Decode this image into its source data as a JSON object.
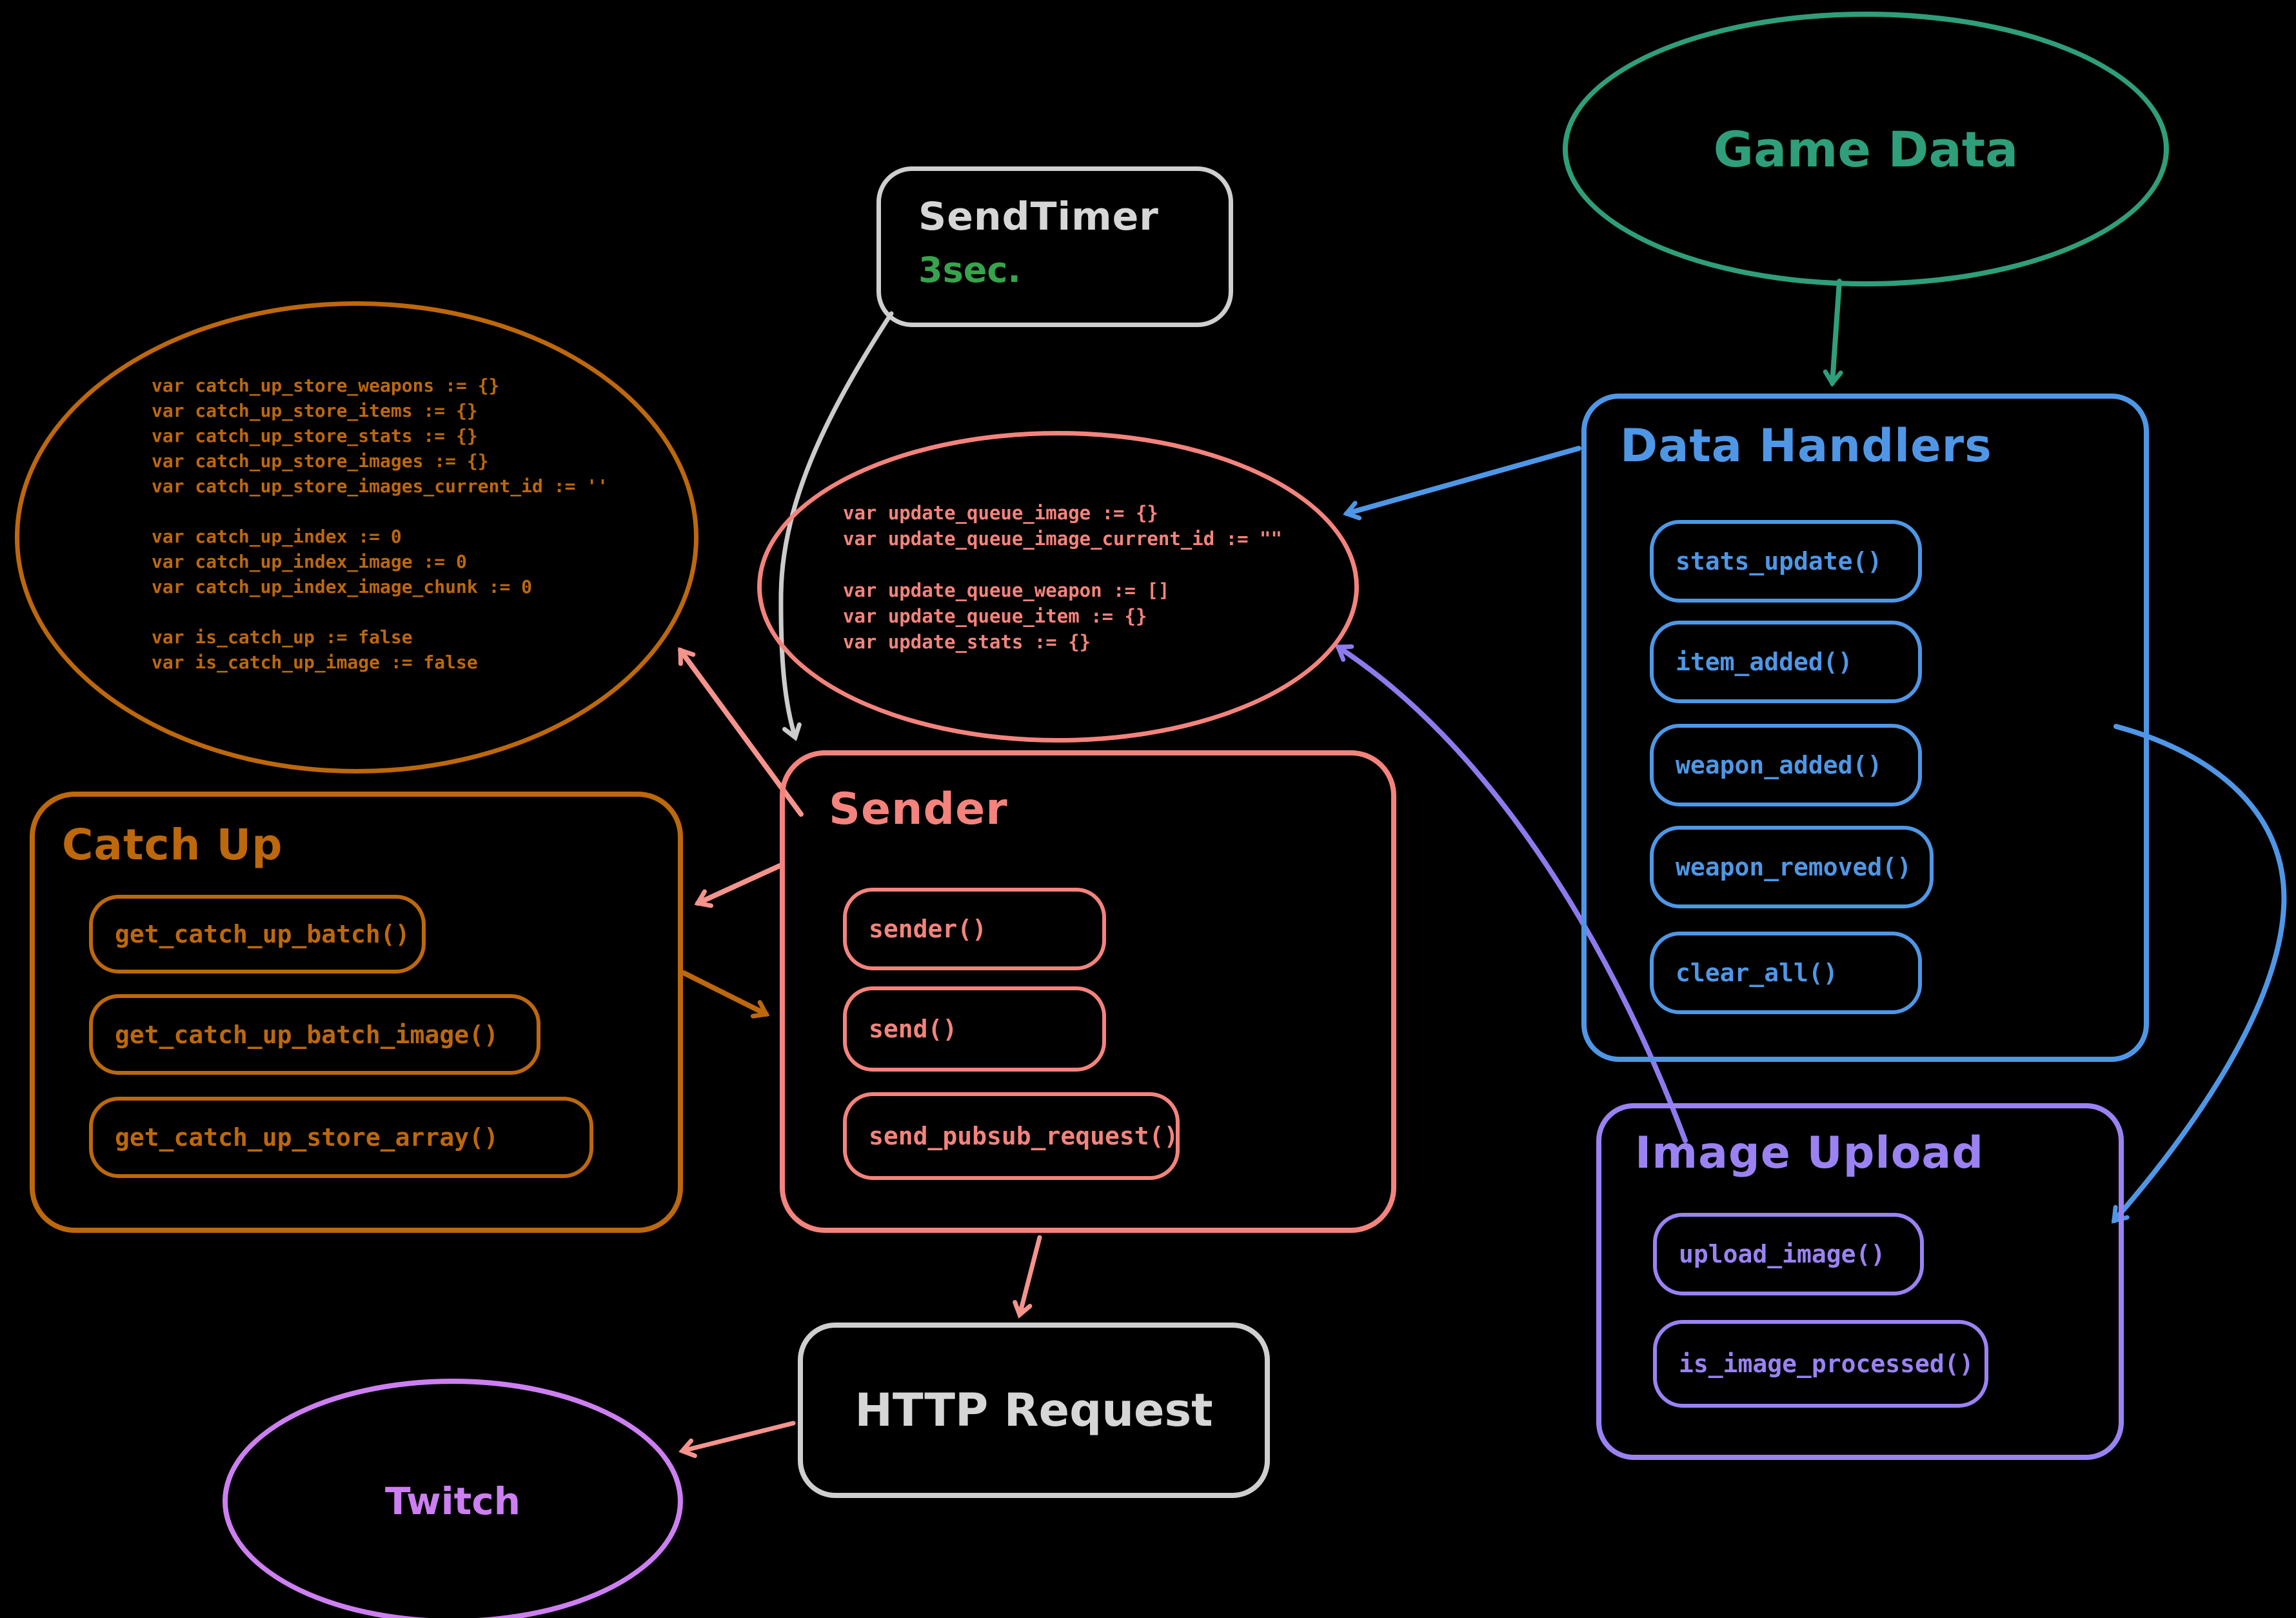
{
  "diagram": {
    "game_data": {
      "title": "Game Data"
    },
    "send_timer": {
      "title": "SendTimer",
      "interval": "3sec."
    },
    "catch_up_vars": {
      "code": "var catch_up_store_weapons := {}\nvar catch_up_store_items := {}\nvar catch_up_store_stats := {}\nvar catch_up_store_images := {}\nvar catch_up_store_images_current_id := ''\n \nvar catch_up_index := 0\nvar catch_up_index_image := 0\nvar catch_up_index_image_chunk := 0\n \nvar is_catch_up := false\nvar is_catch_up_image := false"
    },
    "update_queue_vars": {
      "code": "var update_queue_image := {}\nvar update_queue_image_current_id := \"\"\n \nvar update_queue_weapon := []\nvar update_queue_item := {}\nvar update_stats := {}"
    },
    "catch_up": {
      "title": "Catch Up",
      "methods": [
        "get_catch_up_batch()",
        "get_catch_up_batch_image()",
        "get_catch_up_store_array()"
      ]
    },
    "sender": {
      "title": "Sender",
      "methods": [
        "sender()",
        "send()",
        "send_pubsub_request()"
      ]
    },
    "data_handlers": {
      "title": "Data Handlers",
      "methods": [
        "stats_update()",
        "item_added()",
        "weapon_added()",
        "weapon_removed()",
        "clear_all()"
      ]
    },
    "image_upload": {
      "title": "Image Upload",
      "methods": [
        "upload_image()",
        "is_image_processed()"
      ]
    },
    "http_request": {
      "title": "HTTP Request"
    },
    "twitch": {
      "title": "Twitch"
    },
    "connections": [
      {
        "from": "Game Data",
        "to": "Data Handlers",
        "color": "#2f9e7a"
      },
      {
        "from": "SendTimer",
        "to": "Sender",
        "color": "#cccccc"
      },
      {
        "from": "Data Handlers",
        "to": "update queue vars",
        "color": "#4f97e6"
      },
      {
        "from": "Data Handlers",
        "to": "Image Upload",
        "color": "#4f97e6"
      },
      {
        "from": "Image Upload",
        "to": "update queue vars",
        "color": "#8d7bee"
      },
      {
        "from": "Sender",
        "to": "catch up vars",
        "color": "#f4837d"
      },
      {
        "from": "Sender",
        "to": "Catch Up",
        "color": "#f4837d"
      },
      {
        "from": "Catch Up",
        "to": "Sender",
        "color": "#bd680c"
      },
      {
        "from": "Sender",
        "to": "HTTP Request",
        "color": "#f4837d"
      },
      {
        "from": "HTTP Request",
        "to": "Twitch",
        "color": "#f4837d"
      }
    ],
    "colors": {
      "background": "#000000",
      "orange": "#bd680c",
      "salmon": "#f4837d",
      "blue": "#4f97e6",
      "teal_green": "#2f9e7a",
      "green": "#37a34c",
      "purple": "#9b82f3",
      "violet_arrow": "#8d7bee",
      "magenta_purple": "#cd7ff2",
      "gray": "#cfcfcf"
    }
  }
}
